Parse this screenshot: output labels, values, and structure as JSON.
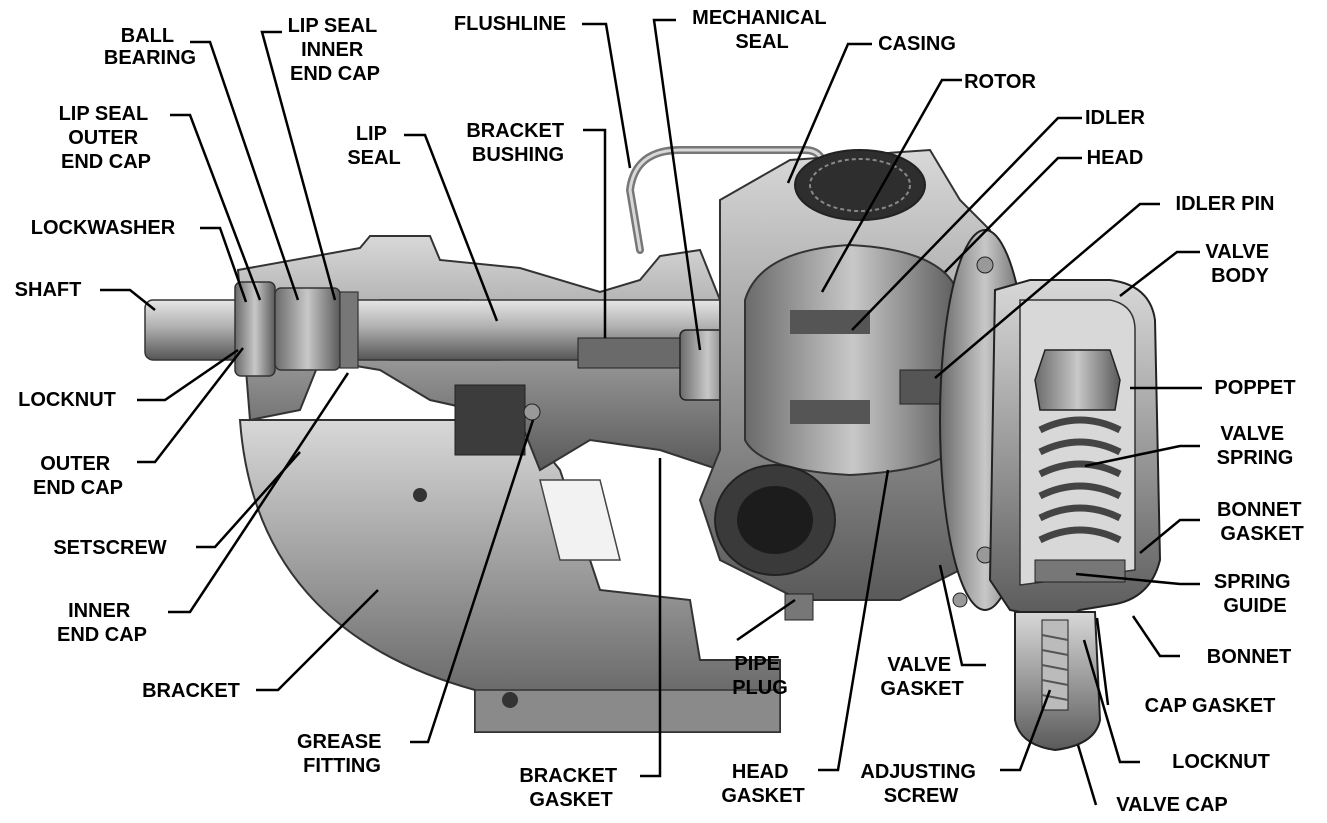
{
  "labels": {
    "ball_bearing": [
      "BALL",
      "BEARING"
    ],
    "lip_seal_inner_end_cap": [
      "LIP SEAL",
      "INNER",
      "END CAP"
    ],
    "flushline": [
      "FLUSHLINE"
    ],
    "mechanical_seal": [
      "MECHANICAL",
      "SEAL"
    ],
    "casing": [
      "CASING"
    ],
    "rotor": [
      "ROTOR"
    ],
    "idler": [
      "IDLER"
    ],
    "head": [
      "HEAD"
    ],
    "idler_pin": [
      "IDLER PIN"
    ],
    "valve_body": [
      "VALVE",
      "BODY"
    ],
    "lip_seal_outer_end_cap": [
      "LIP SEAL",
      "OUTER",
      "END CAP"
    ],
    "lip_seal": [
      "LIP",
      "SEAL"
    ],
    "bracket_bushing": [
      "BRACKET",
      "BUSHING"
    ],
    "lockwasher": [
      "LOCKWASHER"
    ],
    "shaft": [
      "SHAFT"
    ],
    "locknut_left": [
      "LOCKNUT"
    ],
    "outer_end_cap": [
      "OUTER",
      "END CAP"
    ],
    "setscrew": [
      "SETSCREW"
    ],
    "inner_end_cap": [
      "INNER",
      "END CAP"
    ],
    "bracket": [
      "BRACKET"
    ],
    "grease_fitting": [
      "GREASE",
      "FITTING"
    ],
    "bracket_gasket": [
      "BRACKET",
      "GASKET"
    ],
    "pipe_plug": [
      "PIPE",
      "PLUG"
    ],
    "head_gasket": [
      "HEAD",
      "GASKET"
    ],
    "valve_gasket": [
      "VALVE",
      "GASKET"
    ],
    "adjusting_screw": [
      "ADJUSTING",
      "SCREW"
    ],
    "poppet": [
      "POPPET"
    ],
    "valve_spring": [
      "VALVE",
      "SPRING"
    ],
    "bonnet_gasket": [
      "BONNET",
      "GASKET"
    ],
    "spring_guide": [
      "SPRING",
      "GUIDE"
    ],
    "bonnet": [
      "BONNET"
    ],
    "cap_gasket": [
      "CAP GASKET"
    ],
    "locknut_right": [
      "LOCKNUT"
    ],
    "valve_cap": [
      "VALVE CAP"
    ]
  },
  "colors": {
    "metal_light": "#bdbdbd",
    "metal_mid": "#8a8a8a",
    "metal_dark": "#4a4a4a",
    "ink": "#000000"
  }
}
